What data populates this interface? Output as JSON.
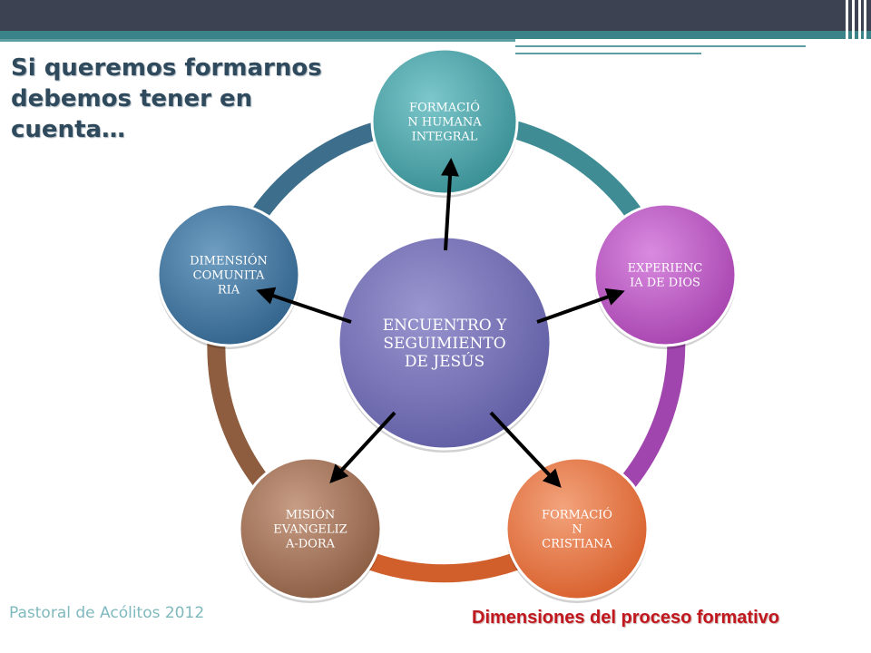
{
  "slide": {
    "title": "Si queremos formarnos debemos tener en cuenta…",
    "footer": "Pastoral de Acólitos 2012",
    "caption": "Dimensiones del proceso formativo"
  },
  "diagram": {
    "center": {
      "lines": [
        "ENCUENTRO Y",
        "SEGUIMIENTO",
        "DE JESÚS"
      ],
      "color": "#6e6ab0"
    },
    "nodes": [
      {
        "id": "formacion-humana-integral",
        "lines": [
          "FORMACIÓ",
          "N HUMANA",
          "INTEGRAL"
        ],
        "color": "#3f9aa0"
      },
      {
        "id": "experiencia-de-dios",
        "lines": [
          "EXPERIENC",
          "IA DE DIOS"
        ],
        "color": "#b84bc0"
      },
      {
        "id": "formacion-cristiana",
        "lines": [
          "FORMACIÓ",
          "N",
          "CRISTIANA"
        ],
        "color": "#e46a36"
      },
      {
        "id": "mision-evangelizadora",
        "lines": [
          "MISIÓN",
          "EVANGELIZ",
          "A-DORA"
        ],
        "color": "#9b6a52"
      },
      {
        "id": "dimension-comunitaria",
        "lines": [
          "DIMENSIÓN",
          "COMUNITA",
          "RIA"
        ],
        "color": "#3a6e99"
      }
    ],
    "ring_colors": [
      "#3f8c95",
      "#a045ad",
      "#d05f2b",
      "#8e5d3f",
      "#3d6e8c"
    ]
  },
  "colors": {
    "title": "#2f4a5c",
    "footer": "#7fb9bd",
    "caption": "#c0181e",
    "topbar": "#3d4252",
    "topbar_stripe": "#3a8489"
  }
}
